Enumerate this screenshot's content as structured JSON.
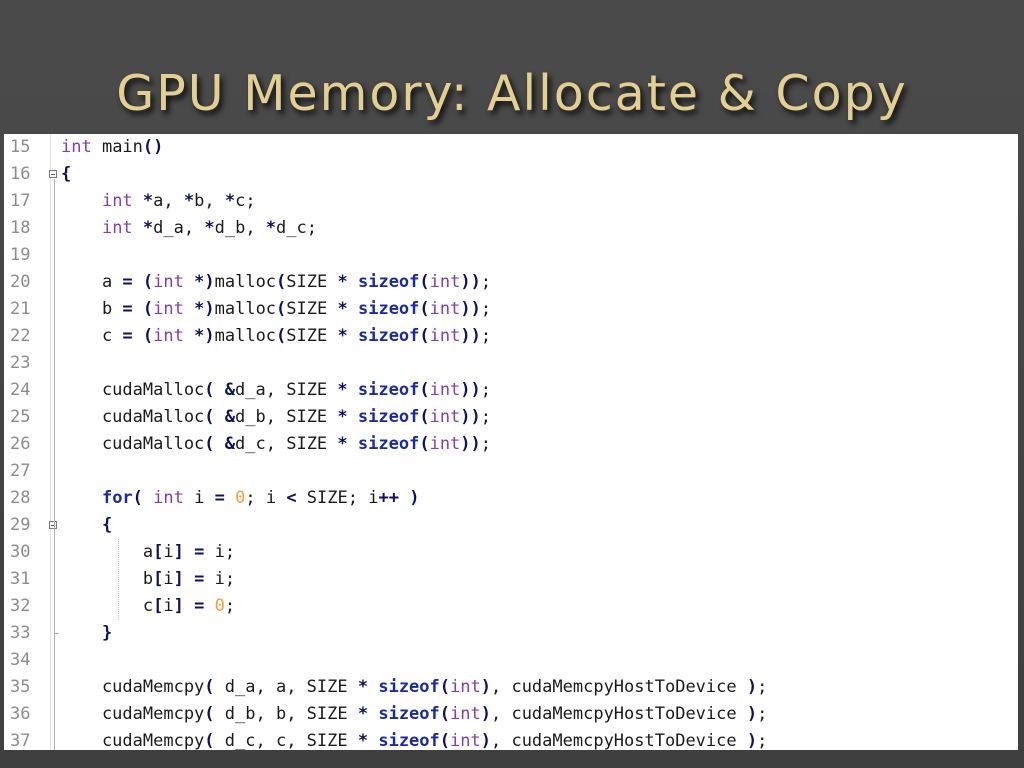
{
  "slide": {
    "title": "GPU Memory: Allocate & Copy"
  },
  "code": {
    "lines": [
      {
        "n": "15",
        "tokens": [
          [
            "k",
            "int"
          ],
          [
            "id",
            " main"
          ],
          [
            "op",
            "()"
          ]
        ]
      },
      {
        "n": "16",
        "tokens": [
          [
            "op",
            "{"
          ]
        ],
        "fold": "open"
      },
      {
        "n": "17",
        "tokens": [
          [
            "id",
            "    "
          ],
          [
            "k",
            "int"
          ],
          [
            "id",
            " "
          ],
          [
            "op",
            "*"
          ],
          [
            "id",
            "a, "
          ],
          [
            "op",
            "*"
          ],
          [
            "id",
            "b, "
          ],
          [
            "op",
            "*"
          ],
          [
            "id",
            "c;"
          ]
        ]
      },
      {
        "n": "18",
        "tokens": [
          [
            "id",
            "    "
          ],
          [
            "k",
            "int"
          ],
          [
            "id",
            " "
          ],
          [
            "op",
            "*"
          ],
          [
            "id",
            "d_a, "
          ],
          [
            "op",
            "*"
          ],
          [
            "id",
            "d_b, "
          ],
          [
            "op",
            "*"
          ],
          [
            "id",
            "d_c;"
          ]
        ]
      },
      {
        "n": "19",
        "tokens": []
      },
      {
        "n": "20",
        "tokens": [
          [
            "id",
            "    a "
          ],
          [
            "op",
            "="
          ],
          [
            "id",
            " "
          ],
          [
            "op",
            "("
          ],
          [
            "k",
            "int"
          ],
          [
            "id",
            " "
          ],
          [
            "op",
            "*)"
          ],
          [
            "id",
            "malloc"
          ],
          [
            "op",
            "("
          ],
          [
            "id",
            "SIZE "
          ],
          [
            "op",
            "*"
          ],
          [
            "id",
            " "
          ],
          [
            "kb",
            "sizeof"
          ],
          [
            "op",
            "("
          ],
          [
            "k",
            "int"
          ],
          [
            "op",
            "))"
          ],
          [
            "id",
            ";"
          ]
        ]
      },
      {
        "n": "21",
        "tokens": [
          [
            "id",
            "    b "
          ],
          [
            "op",
            "="
          ],
          [
            "id",
            " "
          ],
          [
            "op",
            "("
          ],
          [
            "k",
            "int"
          ],
          [
            "id",
            " "
          ],
          [
            "op",
            "*)"
          ],
          [
            "id",
            "malloc"
          ],
          [
            "op",
            "("
          ],
          [
            "id",
            "SIZE "
          ],
          [
            "op",
            "*"
          ],
          [
            "id",
            " "
          ],
          [
            "kb",
            "sizeof"
          ],
          [
            "op",
            "("
          ],
          [
            "k",
            "int"
          ],
          [
            "op",
            "))"
          ],
          [
            "id",
            ";"
          ]
        ]
      },
      {
        "n": "22",
        "tokens": [
          [
            "id",
            "    c "
          ],
          [
            "op",
            "="
          ],
          [
            "id",
            " "
          ],
          [
            "op",
            "("
          ],
          [
            "k",
            "int"
          ],
          [
            "id",
            " "
          ],
          [
            "op",
            "*)"
          ],
          [
            "id",
            "malloc"
          ],
          [
            "op",
            "("
          ],
          [
            "id",
            "SIZE "
          ],
          [
            "op",
            "*"
          ],
          [
            "id",
            " "
          ],
          [
            "kb",
            "sizeof"
          ],
          [
            "op",
            "("
          ],
          [
            "k",
            "int"
          ],
          [
            "op",
            "))"
          ],
          [
            "id",
            ";"
          ]
        ]
      },
      {
        "n": "23",
        "tokens": []
      },
      {
        "n": "24",
        "tokens": [
          [
            "id",
            "    cudaMalloc"
          ],
          [
            "op",
            "("
          ],
          [
            "id",
            " "
          ],
          [
            "op",
            "&"
          ],
          [
            "id",
            "d_a, SIZE "
          ],
          [
            "op",
            "*"
          ],
          [
            "id",
            " "
          ],
          [
            "kb",
            "sizeof"
          ],
          [
            "op",
            "("
          ],
          [
            "k",
            "int"
          ],
          [
            "op",
            "))"
          ],
          [
            "id",
            ";"
          ]
        ]
      },
      {
        "n": "25",
        "tokens": [
          [
            "id",
            "    cudaMalloc"
          ],
          [
            "op",
            "("
          ],
          [
            "id",
            " "
          ],
          [
            "op",
            "&"
          ],
          [
            "id",
            "d_b, SIZE "
          ],
          [
            "op",
            "*"
          ],
          [
            "id",
            " "
          ],
          [
            "kb",
            "sizeof"
          ],
          [
            "op",
            "("
          ],
          [
            "k",
            "int"
          ],
          [
            "op",
            "))"
          ],
          [
            "id",
            ";"
          ]
        ]
      },
      {
        "n": "26",
        "tokens": [
          [
            "id",
            "    cudaMalloc"
          ],
          [
            "op",
            "("
          ],
          [
            "id",
            " "
          ],
          [
            "op",
            "&"
          ],
          [
            "id",
            "d_c, SIZE "
          ],
          [
            "op",
            "*"
          ],
          [
            "id",
            " "
          ],
          [
            "kb",
            "sizeof"
          ],
          [
            "op",
            "("
          ],
          [
            "k",
            "int"
          ],
          [
            "op",
            "))"
          ],
          [
            "id",
            ";"
          ]
        ]
      },
      {
        "n": "27",
        "tokens": []
      },
      {
        "n": "28",
        "tokens": [
          [
            "id",
            "    "
          ],
          [
            "kb",
            "for"
          ],
          [
            "op",
            "("
          ],
          [
            "id",
            " "
          ],
          [
            "k",
            "int"
          ],
          [
            "id",
            " i "
          ],
          [
            "op",
            "="
          ],
          [
            "id",
            " "
          ],
          [
            "num",
            "0"
          ],
          [
            "id",
            "; i "
          ],
          [
            "op",
            "<"
          ],
          [
            "id",
            " SIZE; i"
          ],
          [
            "op",
            "++"
          ],
          [
            "id",
            " "
          ],
          [
            "op",
            ")"
          ]
        ]
      },
      {
        "n": "29",
        "tokens": [
          [
            "id",
            "    "
          ],
          [
            "op",
            "{"
          ]
        ],
        "fold": "open"
      },
      {
        "n": "30",
        "tokens": [
          [
            "id",
            "        a"
          ],
          [
            "op",
            "["
          ],
          [
            "id",
            "i"
          ],
          [
            "op",
            "]"
          ],
          [
            "id",
            " "
          ],
          [
            "op",
            "="
          ],
          [
            "id",
            " i;"
          ]
        ]
      },
      {
        "n": "31",
        "tokens": [
          [
            "id",
            "        b"
          ],
          [
            "op",
            "["
          ],
          [
            "id",
            "i"
          ],
          [
            "op",
            "]"
          ],
          [
            "id",
            " "
          ],
          [
            "op",
            "="
          ],
          [
            "id",
            " i;"
          ]
        ]
      },
      {
        "n": "32",
        "tokens": [
          [
            "id",
            "        c"
          ],
          [
            "op",
            "["
          ],
          [
            "id",
            "i"
          ],
          [
            "op",
            "]"
          ],
          [
            "id",
            " "
          ],
          [
            "op",
            "="
          ],
          [
            "id",
            " "
          ],
          [
            "num",
            "0"
          ],
          [
            "id",
            ";"
          ]
        ]
      },
      {
        "n": "33",
        "tokens": [
          [
            "id",
            "    "
          ],
          [
            "op",
            "}"
          ]
        ],
        "fold": "end"
      },
      {
        "n": "34",
        "tokens": []
      },
      {
        "n": "35",
        "tokens": [
          [
            "id",
            "    cudaMemcpy"
          ],
          [
            "op",
            "("
          ],
          [
            "id",
            " d_a, a, SIZE "
          ],
          [
            "op",
            "*"
          ],
          [
            "id",
            " "
          ],
          [
            "kb",
            "sizeof"
          ],
          [
            "op",
            "("
          ],
          [
            "k",
            "int"
          ],
          [
            "op",
            ")"
          ],
          [
            "id",
            ", cudaMemcpyHostToDevice "
          ],
          [
            "op",
            ")"
          ],
          [
            "id",
            ";"
          ]
        ]
      },
      {
        "n": "36",
        "tokens": [
          [
            "id",
            "    cudaMemcpy"
          ],
          [
            "op",
            "("
          ],
          [
            "id",
            " d_b, b, SIZE "
          ],
          [
            "op",
            "*"
          ],
          [
            "id",
            " "
          ],
          [
            "kb",
            "sizeof"
          ],
          [
            "op",
            "("
          ],
          [
            "k",
            "int"
          ],
          [
            "op",
            ")"
          ],
          [
            "id",
            ", cudaMemcpyHostToDevice "
          ],
          [
            "op",
            ")"
          ],
          [
            "id",
            ";"
          ]
        ]
      },
      {
        "n": "37",
        "tokens": [
          [
            "id",
            "    cudaMemcpy"
          ],
          [
            "op",
            "("
          ],
          [
            "id",
            " d_c, c, SIZE "
          ],
          [
            "op",
            "*"
          ],
          [
            "id",
            " "
          ],
          [
            "kb",
            "sizeof"
          ],
          [
            "op",
            "("
          ],
          [
            "k",
            "int"
          ],
          [
            "op",
            ")"
          ],
          [
            "id",
            ", cudaMemcpyHostToDevice "
          ],
          [
            "op",
            ")"
          ],
          [
            "id",
            ";"
          ]
        ]
      }
    ]
  }
}
